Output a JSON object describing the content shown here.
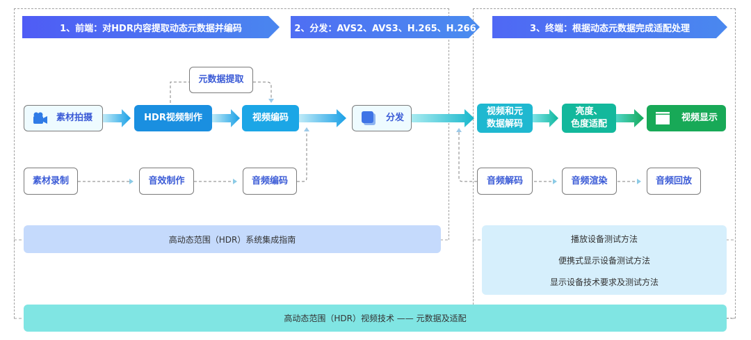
{
  "banners": {
    "stage1": "1、前端：对HDR内容提取动态元数据并编码",
    "stage2": "2、分发：AVS2、AVS3、H.265、H.266",
    "stage3": "3、终端：根据动态元数据完成适配处理"
  },
  "video_flow": {
    "capture": "素材拍摄",
    "hdr_production": "HDR视频制作",
    "metadata_extract": "元数据提取",
    "video_encode": "视频编码",
    "distribution": "分发",
    "decode": "视频和元\n数据解码",
    "adapt": "亮度、\n色度适配",
    "display": "视频显示"
  },
  "audio_flow": {
    "record": "素材录制",
    "effects": "音效制作",
    "audio_encode": "音频编码",
    "audio_decode": "音频解码",
    "audio_render": "音频渲染",
    "audio_playback": "音频回放"
  },
  "panels": {
    "integration_guide": "高动态范围（HDR）系统集成指南",
    "test_methods": [
      "播放设备测试方法",
      "便携式显示设备测试方法",
      "显示设备技术要求及测试方法"
    ],
    "footer": "高动态范围（HDR）视频技术 —— 元数据及适配"
  },
  "colors": {
    "banner_start": "#4f5cf5",
    "banner_end": "#4a86ef",
    "blue_node": "#1a8fe0",
    "cyan_node": "#1fb8d0",
    "teal_node": "#13b89c",
    "green_node": "#18a957",
    "guide_panel": "#c5dafc",
    "test_panel": "#d6effc",
    "footer_panel": "#80e5e3"
  }
}
